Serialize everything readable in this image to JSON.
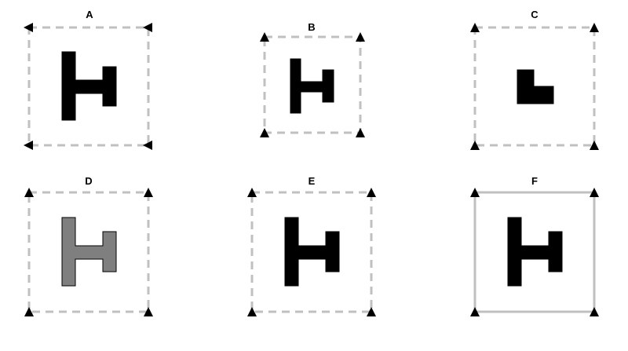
{
  "colors": {
    "background": "#ffffff",
    "frame": "#c0c0c0",
    "shape_dark": "#000000",
    "shape_gray": "#7f7f7f",
    "marker": "#000000"
  },
  "panels": [
    {
      "label": "A",
      "frame_style": "dashed",
      "marker": "triangle-left",
      "shape": "h-shape",
      "fill": "shape_dark"
    },
    {
      "label": "B",
      "frame_style": "dashed",
      "marker": "triangle-up",
      "shape": "h-shape",
      "fill": "shape_dark"
    },
    {
      "label": "C",
      "frame_style": "dashed",
      "marker": "triangle-up",
      "shape": "l-shape",
      "fill": "shape_dark"
    },
    {
      "label": "D",
      "frame_style": "dashed",
      "marker": "triangle-up",
      "shape": "h-shape",
      "fill": "shape_gray"
    },
    {
      "label": "E",
      "frame_style": "dashed",
      "marker": "triangle-up",
      "shape": "h-shape",
      "fill": "shape_dark"
    },
    {
      "label": "F",
      "frame_style": "solid",
      "marker": "triangle-up",
      "shape": "h-shape",
      "fill": "shape_dark"
    }
  ]
}
